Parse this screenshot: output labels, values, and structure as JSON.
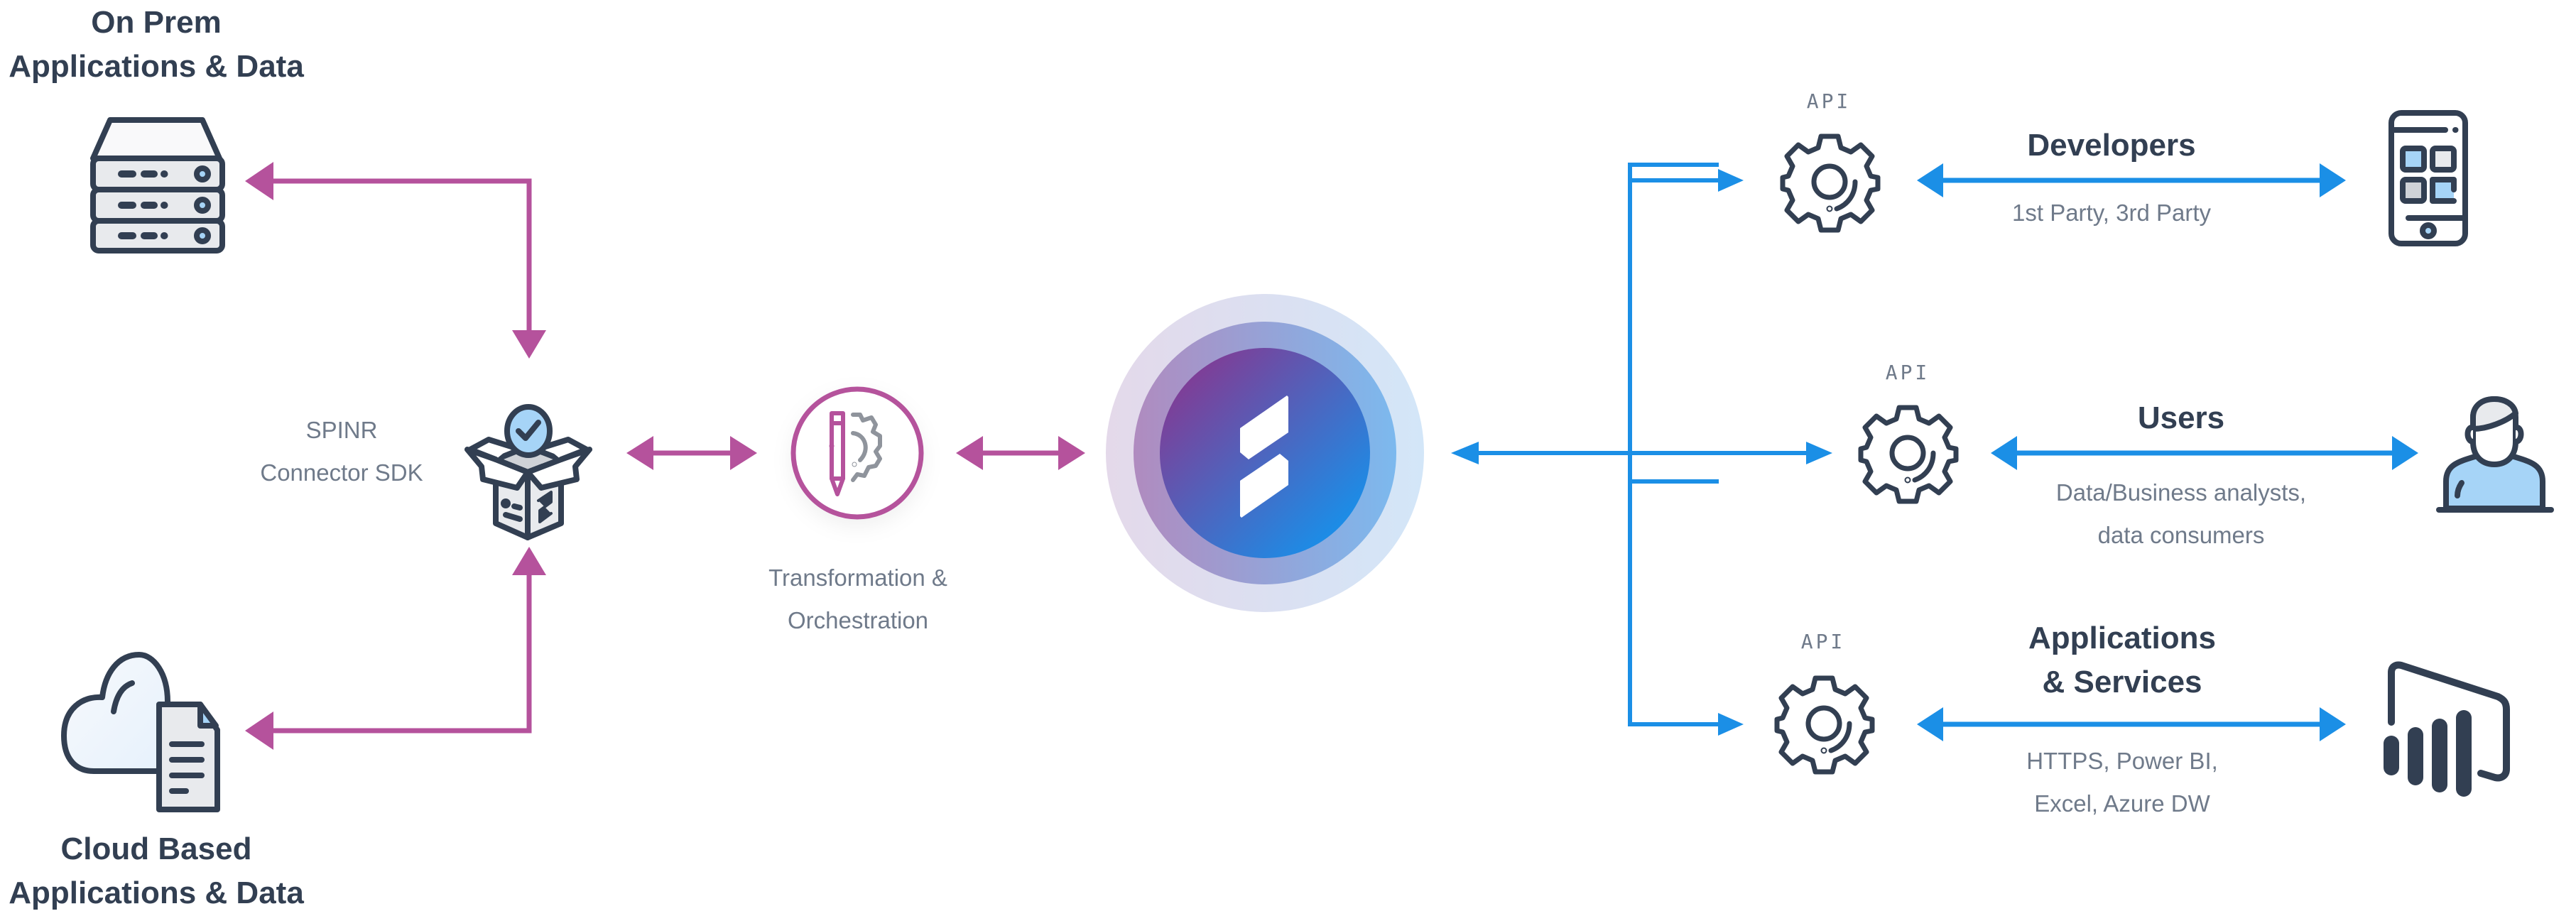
{
  "colors": {
    "ink": "#323f52",
    "muted": "#6f7a8a",
    "purple_connector": "#b5529c",
    "blue_connector": "#1b8fe6",
    "icon_fill_light": "#e8eaed",
    "icon_fill_blue": "#a6d4f7",
    "logo_gradient_start": "#7d3f98",
    "logo_gradient_end": "#1592ec"
  },
  "sources": {
    "on_prem": {
      "line1": "On Prem",
      "line2": "Applications & Data",
      "icon": "server-icon"
    },
    "cloud": {
      "line1": "Cloud Based",
      "line2": "Applications & Data",
      "icon": "cloud-document-icon"
    }
  },
  "connector_sdk": {
    "line1": "SPINR",
    "line2": "Connector SDK",
    "icon": "package-check-icon"
  },
  "transformation": {
    "line1": "Transformation &",
    "line2": "Orchestration",
    "icon": "pencil-gear-icon"
  },
  "hub": {
    "icon": "spinr-logo-icon"
  },
  "consumers": [
    {
      "api_label": "API",
      "title_lines": [
        "Developers"
      ],
      "desc_lines": [
        "1st Party, 3rd Party"
      ],
      "icon": "mobile-app-icon"
    },
    {
      "api_label": "API",
      "title_lines": [
        "Users"
      ],
      "desc_lines": [
        "Data/Business analysts,",
        "data consumers"
      ],
      "icon": "user-icon"
    },
    {
      "api_label": "API",
      "title_lines": [
        "Applications",
        "& Services"
      ],
      "desc_lines": [
        "HTTPS, Power BI,",
        "Excel, Azure DW"
      ],
      "icon": "power-bi-icon"
    }
  ]
}
